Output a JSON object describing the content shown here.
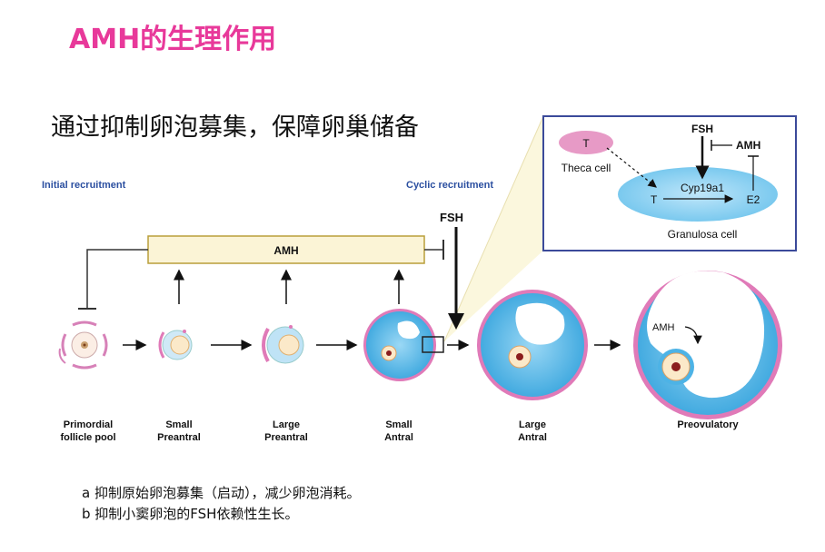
{
  "title": "AMH的生理作用",
  "subtitle": "通过抑制卵泡募集，保障卵巢储备",
  "labels": {
    "initial_recruitment": "Initial recruitment",
    "cyclic_recruitment": "Cyclic recruitment",
    "fsh": "FSH",
    "amh_bar": "AMH",
    "amh_in_follicle": "AMH"
  },
  "stages": [
    {
      "line1": "Primordial",
      "line2": "follicle pool"
    },
    {
      "line1": "Small",
      "line2": "Preantral"
    },
    {
      "line1": "Large",
      "line2": "Preantral"
    },
    {
      "line1": "Small",
      "line2": "Antral"
    },
    {
      "line1": "Large",
      "line2": "Antral"
    },
    {
      "line1": "Preovulatory",
      "line2": ""
    }
  ],
  "inset": {
    "fsh": "FSH",
    "amh": "AMH",
    "t_theca": "T",
    "theca_cell": "Theca cell",
    "t_granulosa": "T",
    "enzyme": "Cyp19a1",
    "e2": "E2",
    "granulosa_cell": "Granulosa cell"
  },
  "footnotes": {
    "a": "a 抑制原始卵泡募集（启动），减少卵泡消耗。",
    "b": "b 抑制小窦卵泡的FSH依赖性生长。"
  },
  "colors": {
    "title": "#e8399a",
    "recruitment_label": "#2b4fa0",
    "amh_bar_fill": "#fbf4d6",
    "amh_bar_stroke": "#b99f3a",
    "follicle_blue": "#4db3e6",
    "follicle_pink": "#e07ab8",
    "inset_border": "#3b4a9a"
  }
}
